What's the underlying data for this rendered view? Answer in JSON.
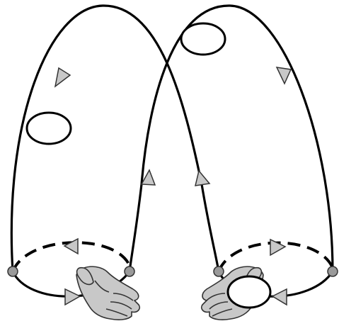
{
  "diagram": {
    "kind": "juggling-cascade-pattern",
    "colors": {
      "background": "#ffffff",
      "path_stroke": "#000000",
      "arrow_fill": "#c8c8c8",
      "arrow_stroke": "#333333",
      "ball_fill": "#ffffff",
      "ball_stroke": "#000000",
      "catch_point_fill": "#9a9a9a",
      "hand_fill": "#c8c8c8",
      "hand_stroke": "#333333"
    },
    "arcs": [
      {
        "id": "left-throw-arc",
        "direction": "up-then-down",
        "hand_from": "left",
        "hand_to": "right"
      },
      {
        "id": "right-throw-arc",
        "direction": "up-then-down",
        "hand_from": "right",
        "hand_to": "left"
      }
    ],
    "balls": [
      {
        "id": "ball-left-air"
      },
      {
        "id": "ball-right-air"
      },
      {
        "id": "ball-in-right-hand"
      }
    ],
    "hands": [
      {
        "id": "left-hand",
        "icon": "open-palm-hand-icon"
      },
      {
        "id": "right-hand",
        "icon": "open-palm-hand-icon"
      }
    ],
    "icons": {
      "arrow": "triangle-arrow-icon",
      "catch_point": "dot-icon",
      "hand": "open-palm-hand-icon"
    }
  }
}
